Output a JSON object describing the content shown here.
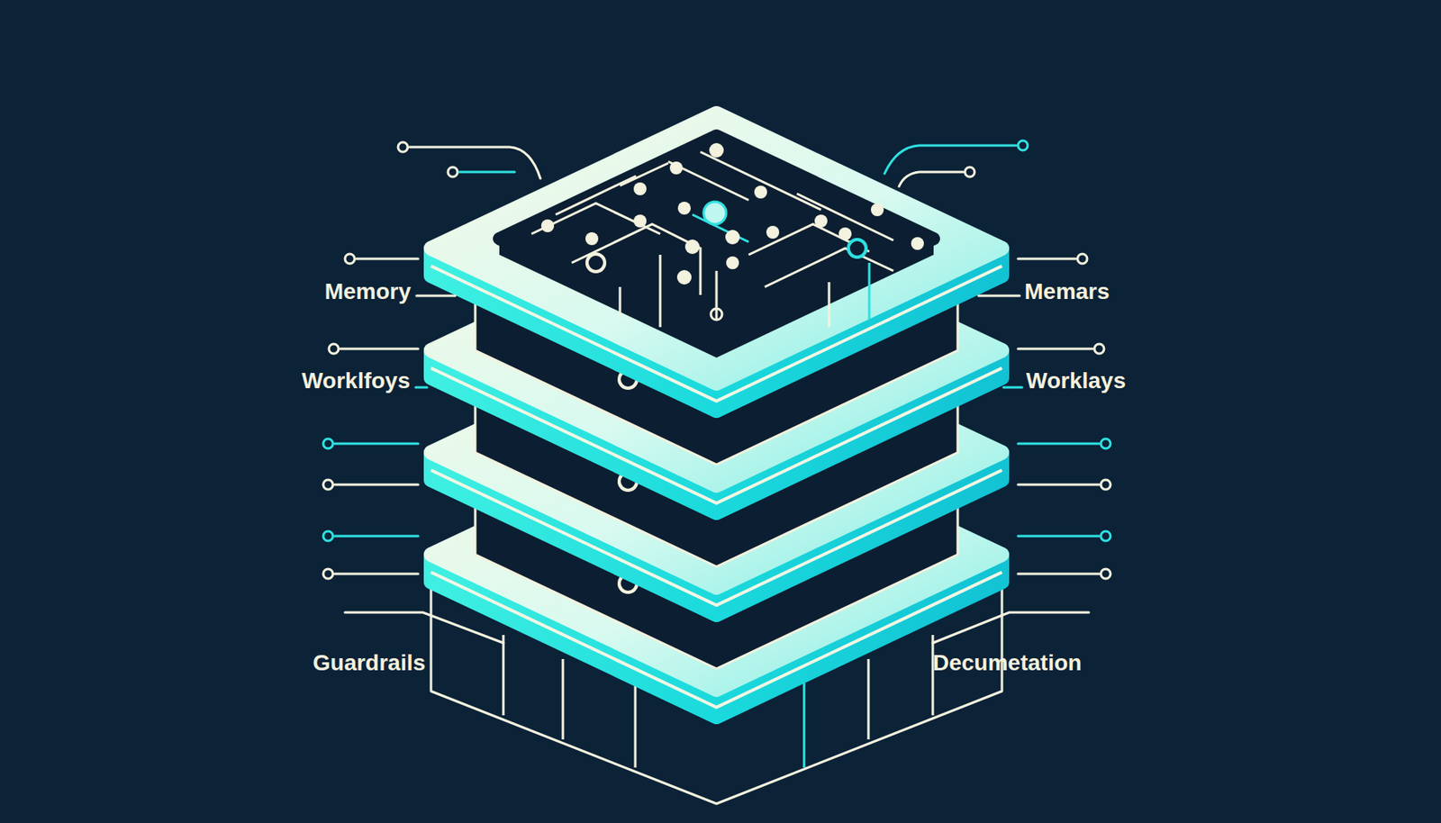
{
  "diagram": {
    "labels": [
      "Memory",
      "Memars",
      "Worklfoys",
      "Worklays",
      "Guardrails",
      "Decumetation"
    ]
  }
}
